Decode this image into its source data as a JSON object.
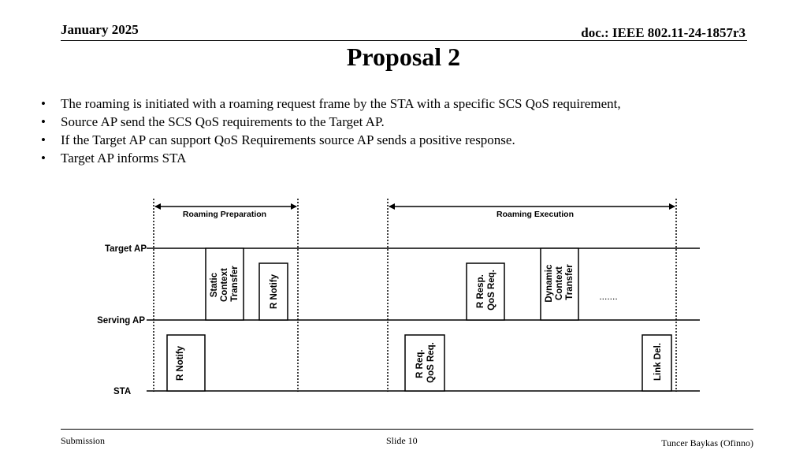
{
  "header": {
    "date": "January 2025",
    "doc": "doc.: IEEE 802.11-24-1857r3"
  },
  "title": "Proposal 2",
  "bullets": [
    "The roaming is initiated with a roaming request frame by the STA with a specific SCS QoS requirement,",
    "Source AP send the SCS QoS requirements to the Target AP.",
    "If the Target AP can support QoS Requirements source AP sends a positive response.",
    "Target AP informs STA"
  ],
  "diagram": {
    "phases": {
      "preparation": "Roaming Preparation",
      "execution": "Roaming Execution"
    },
    "lanes": {
      "target": "Target AP",
      "serving": "Serving AP",
      "sta": "STA"
    },
    "boxes": {
      "static_context": [
        "Static",
        "Context",
        "Transfer"
      ],
      "r_notify_ap": [
        "R Notify"
      ],
      "r_resp": [
        "R Resp.",
        "QoS Req."
      ],
      "dynamic_context": [
        "Dynamic",
        "Context",
        "Transfer"
      ],
      "r_notify_sta": [
        "R Notify"
      ],
      "r_req": [
        "R Req.",
        "QoS Req."
      ],
      "link_del": [
        "Link Del."
      ]
    },
    "ellipsis": "......."
  },
  "footer": {
    "left": "Submission",
    "center": "Slide 10",
    "right": "Tuncer Baykas (Ofinno)"
  }
}
